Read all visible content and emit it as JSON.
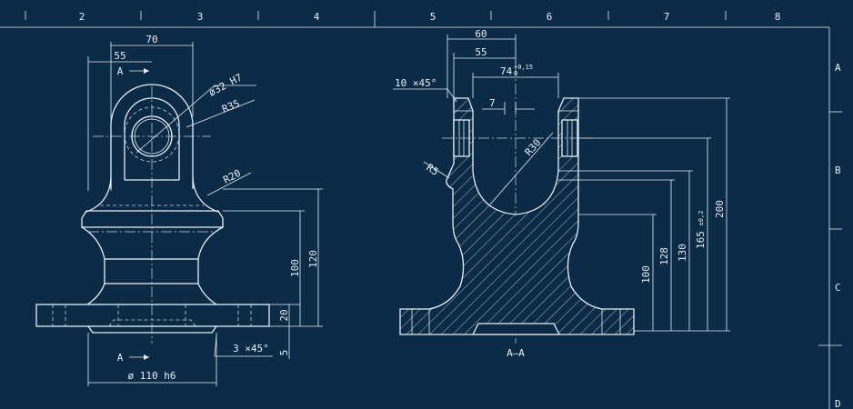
{
  "frame": {
    "columns": [
      "2",
      "3",
      "4",
      "5",
      "6",
      "7",
      "8"
    ],
    "rows": [
      "A",
      "B",
      "C",
      "D"
    ]
  },
  "front_view": {
    "dimensions": {
      "width_70": "70",
      "width_55": "55",
      "hole": "ø32 H7",
      "radius_35": "R35",
      "radius_20": "R20",
      "height_100": "100",
      "height_120": "120",
      "thickness_20": "20",
      "depth_5": "5",
      "chamfer": "3 ×45°",
      "diameter": "ø 110 h6"
    },
    "section_marks": {
      "top": "A",
      "bottom": "A"
    }
  },
  "section_view": {
    "title": "A–A",
    "dimensions": {
      "width_60": "60",
      "width_55": "55",
      "slot_74": "74",
      "slot_74_tol_upper": "+0,15",
      "slot_74_tol_lower": "0",
      "chamfer": "10 ×45°",
      "gap_7": "7",
      "radius_30": "R30",
      "radius_5": "R5",
      "height_100": "100",
      "height_128": "128",
      "height_130": "130",
      "height_165": "165",
      "height_165_tol": "±0,2",
      "height_200": "200"
    }
  }
}
